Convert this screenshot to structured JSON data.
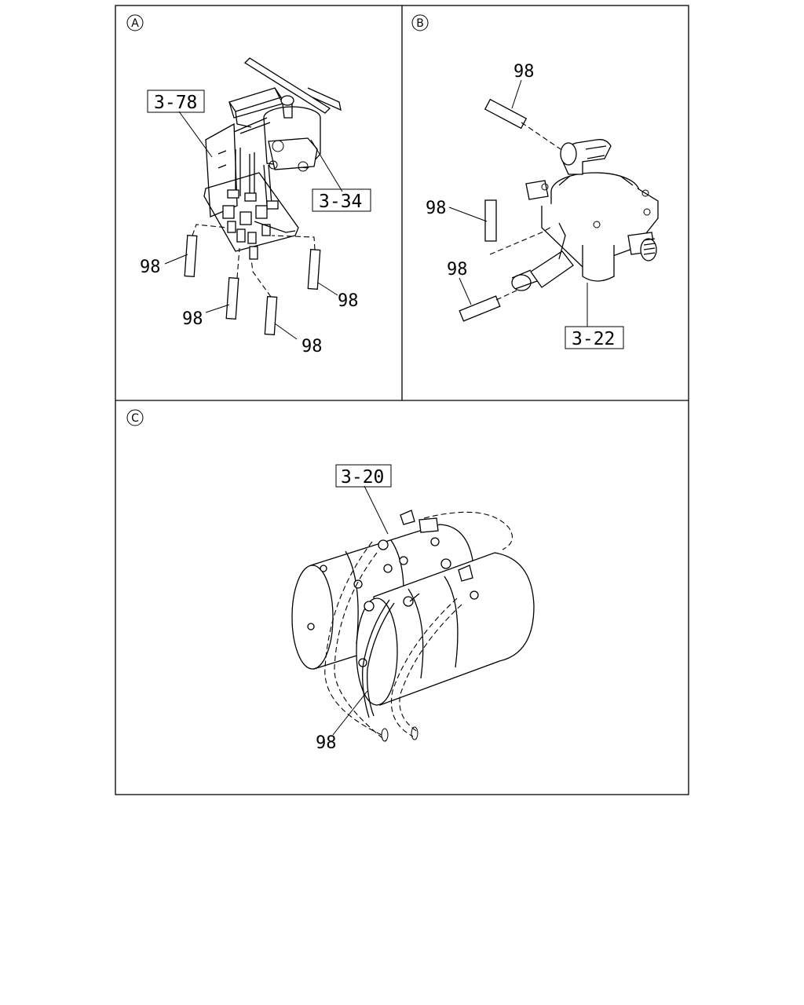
{
  "panels": {
    "a": {
      "marker": "A",
      "callouts": [
        "3-78",
        "3-34"
      ],
      "part_numbers": [
        "98",
        "98",
        "98",
        "98"
      ]
    },
    "b": {
      "marker": "B",
      "callouts": [
        "3-22"
      ],
      "part_numbers": [
        "98",
        "98",
        "98"
      ]
    },
    "c": {
      "marker": "C",
      "callouts": [
        "3-20"
      ],
      "part_numbers": [
        "98"
      ]
    }
  }
}
